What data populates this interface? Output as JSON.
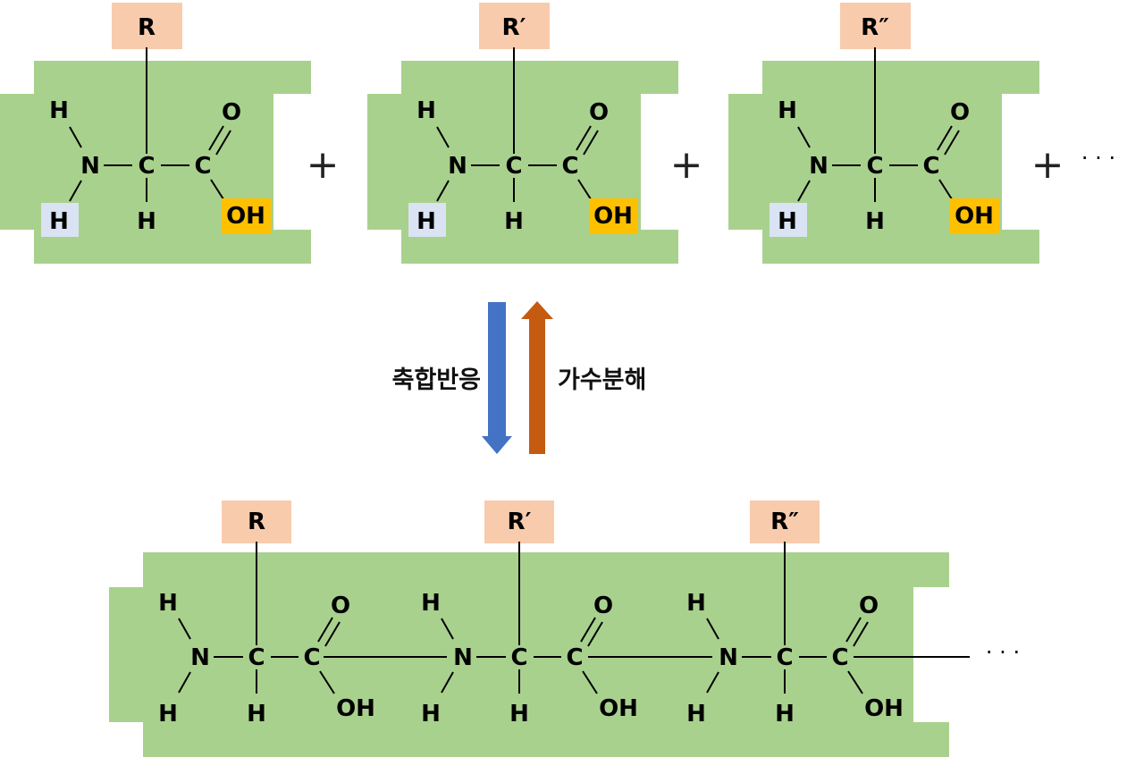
{
  "colors": {
    "panel": "#a9d18e",
    "r_box": "#f8cbad",
    "h_box": "#dae3f3",
    "oh_box": "#ffc000",
    "forward_arrow": "#4472c4",
    "reverse_arrow": "#c55a11"
  },
  "amino_acids": [
    {
      "r": "R",
      "n": "N",
      "c_alpha": "C",
      "c_carbonyl": "C",
      "o": "O",
      "h_top": "H",
      "h_bottom": "H",
      "h_alpha": "H",
      "oh": "OH"
    },
    {
      "r": "R′",
      "n": "N",
      "c_alpha": "C",
      "c_carbonyl": "C",
      "o": "O",
      "h_top": "H",
      "h_bottom": "H",
      "h_alpha": "H",
      "oh": "OH"
    },
    {
      "r": "R″",
      "n": "N",
      "c_alpha": "C",
      "c_carbonyl": "C",
      "o": "O",
      "h_top": "H",
      "h_bottom": "H",
      "h_alpha": "H",
      "oh": "OH"
    }
  ],
  "operators": {
    "plus": "+",
    "ellipsis": "· · ·"
  },
  "reaction": {
    "forward_label": "축합반응",
    "reverse_label": "가수분해"
  },
  "polymer": {
    "units": [
      {
        "r": "R",
        "n": "N",
        "c_alpha": "C",
        "c_carbonyl": "C",
        "o": "O",
        "h_top": "H",
        "h_bottom": "H",
        "h_alpha": "H",
        "oh": "OH"
      },
      {
        "r": "R′",
        "n": "N",
        "c_alpha": "C",
        "c_carbonyl": "C",
        "o": "O",
        "h_top": "H",
        "h_bottom": "H",
        "h_alpha": "H",
        "oh": "OH"
      },
      {
        "r": "R″",
        "n": "N",
        "c_alpha": "C",
        "c_carbonyl": "C",
        "o": "O",
        "h_top": "H",
        "h_bottom": "H",
        "h_alpha": "H",
        "oh": "OH"
      }
    ],
    "ellipsis": "· · ·"
  }
}
